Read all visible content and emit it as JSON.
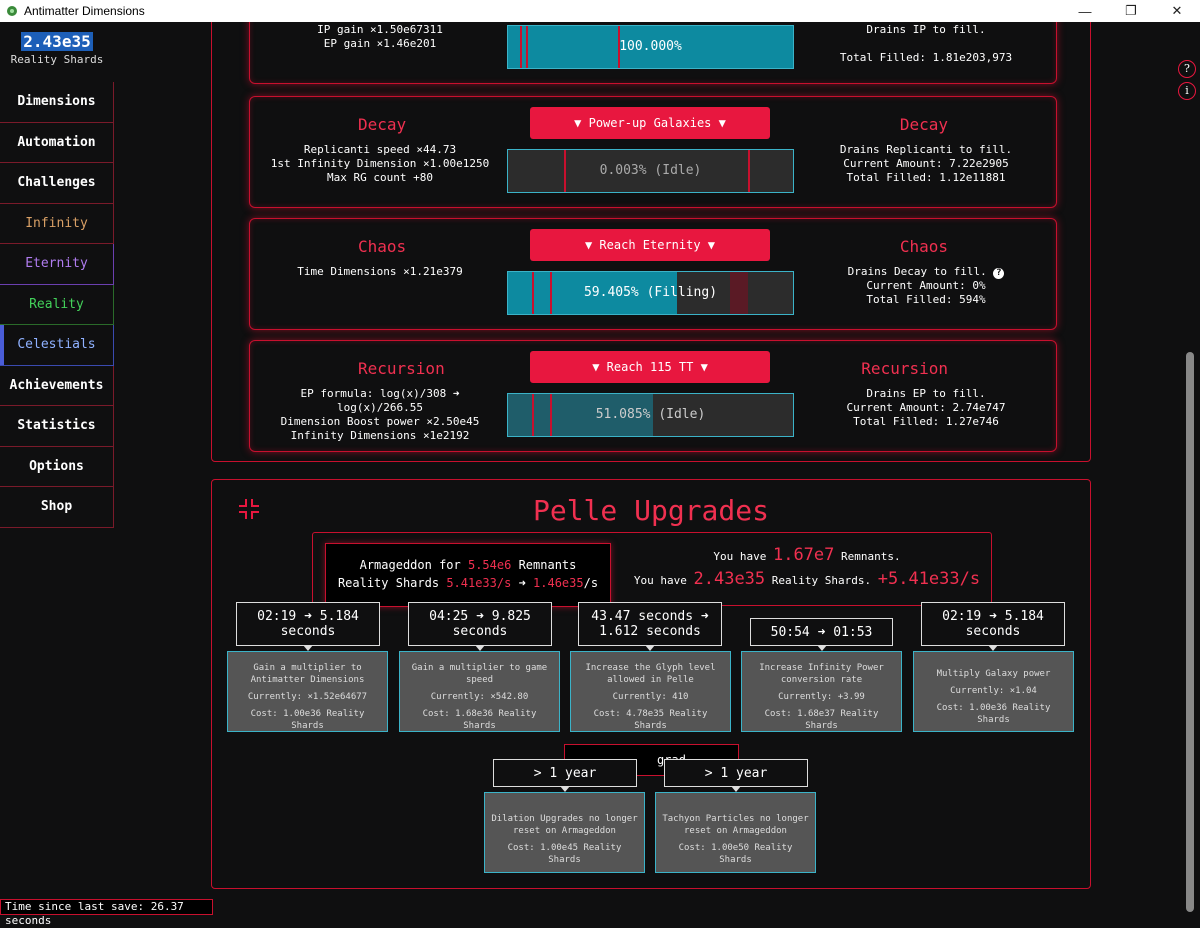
{
  "window": {
    "title": "Antimatter Dimensions"
  },
  "sidebar": {
    "resource_amount": "2.43e35",
    "resource_label": "Reality Shards",
    "items": [
      {
        "label": "Dimensions"
      },
      {
        "label": "Automation"
      },
      {
        "label": "Challenges"
      },
      {
        "label": "Infinity"
      },
      {
        "label": "Eternity"
      },
      {
        "label": "Reality"
      },
      {
        "label": "Celestials"
      },
      {
        "label": "Achievements"
      },
      {
        "label": "Statistics"
      },
      {
        "label": "Options"
      },
      {
        "label": "Shop"
      }
    ]
  },
  "rifts": [
    {
      "name": "",
      "effects": [
        "IP gain ×1.50e67311",
        "EP gain ×1.46e201"
      ],
      "button": "",
      "bar_label": "100.000%",
      "fill_fraction": 1.0,
      "idle": false,
      "drains": [
        "Drains IP to fill.",
        "",
        "Total Filled: 1.81e203,973"
      ]
    },
    {
      "name": "Decay",
      "effects": [
        "Replicanti speed ×44.73",
        "1st Infinity Dimension ×1.00e1250",
        "Max RG count +80"
      ],
      "button": "▼ Power-up Galaxies ▼",
      "bar_label": "0.003% (Idle)",
      "fill_fraction": 0.0,
      "idle": true,
      "drains": [
        "Drains Replicanti to fill.",
        "Current Amount: 7.22e2905",
        "Total Filled: 1.12e11881"
      ]
    },
    {
      "name": "Chaos",
      "effects": [
        "Time Dimensions ×1.21e379"
      ],
      "button": "▼ Reach Eternity ▼",
      "bar_label": "59.405% (Filling)",
      "fill_fraction": 0.594,
      "idle": false,
      "drains": [
        "Drains  Decay  to fill.",
        "Current Amount: 0%",
        "Total Filled: 594%"
      ]
    },
    {
      "name": "Recursion",
      "effects": [
        "EP formula: log(x)/308 ➜ log(x)/266.55",
        "Dimension Boost power ×2.50e45",
        "Infinity Dimensions ×1e2192"
      ],
      "button": "▼ Reach 115 TT ▼",
      "bar_label": "51.085% (Idle)",
      "fill_fraction": 0.51,
      "idle": true,
      "drains": [
        "Drains EP to fill.",
        "Current Amount: 2.74e747",
        "Total Filled: 1.27e746"
      ]
    }
  ],
  "pelle": {
    "heading": "Pelle Upgrades",
    "armageddon": {
      "prefix": "Armageddon for ",
      "remnants": "5.54e6",
      "suffix": " Remnants",
      "line2_prefix": "Reality Shards ",
      "rate_from": "5.41e33/s",
      "arrow": " ➜ ",
      "rate_to": "1.46e35",
      "rate_unit": "/s"
    },
    "have_remnants": {
      "prefix": "You have ",
      "value": "1.67e7",
      "suffix": " Remnants."
    },
    "have_rs": {
      "prefix": "You have ",
      "value": "2.43e35",
      "suffix": " Reality Shards. ",
      "rate": "+5.41e33/s"
    },
    "upgrades": [
      {
        "tooltip": [
          "02:19 ➜ 5.184",
          "seconds"
        ],
        "desc": [
          "Gain a multiplier to",
          "Antimatter Dimensions"
        ],
        "current": "Currently: ×1.52e64677",
        "cost": "Cost: 1.00e36 Reality Shards"
      },
      {
        "tooltip": [
          "04:25 ➜ 9.825",
          "seconds"
        ],
        "desc": [
          "Gain a multiplier to game",
          "speed"
        ],
        "current": "Currently: ×542.80",
        "cost": "Cost: 1.68e36 Reality Shards"
      },
      {
        "tooltip": [
          "43.47 seconds ➜",
          "1.612 seconds"
        ],
        "desc": [
          "Increase the Glyph level",
          "allowed in Pelle"
        ],
        "current": "Currently: 410",
        "cost": "Cost: 4.78e35 Reality Shards"
      },
      {
        "tooltip": [
          "50:54 ➜ 01:53"
        ],
        "desc": [
          "Increase Infinity Power",
          "conversion rate"
        ],
        "current": "Currently: +3.99",
        "cost": "Cost: 1.68e37 Reality Shards"
      },
      {
        "tooltip": [
          "02:19 ➜ 5.184",
          "seconds"
        ],
        "desc": [
          "Multiply Galaxy power"
        ],
        "current": "Currently: ×1.04",
        "cost": "Cost: 1.00e36 Reality Shards"
      }
    ],
    "hidden_button": "grad",
    "upgrades2": [
      {
        "tooltip": [
          "> 1 year"
        ],
        "desc": [
          "Dilation Upgrades no longer",
          "reset on Armageddon"
        ],
        "cost": "Cost: 1.00e45 Reality Shards"
      },
      {
        "tooltip": [
          "> 1 year"
        ],
        "desc": [
          "Tachyon Particles no longer",
          "reset on Armageddon"
        ],
        "cost": "Cost: 1.00e50 Reality Shards"
      }
    ]
  },
  "right_icons": [
    "?",
    "i"
  ],
  "status": {
    "text": "Time since last save: 26.37 seconds"
  },
  "colors": {
    "accent": "#e8173f",
    "bar": "#0d8aa0",
    "border": "#c8102e"
  }
}
